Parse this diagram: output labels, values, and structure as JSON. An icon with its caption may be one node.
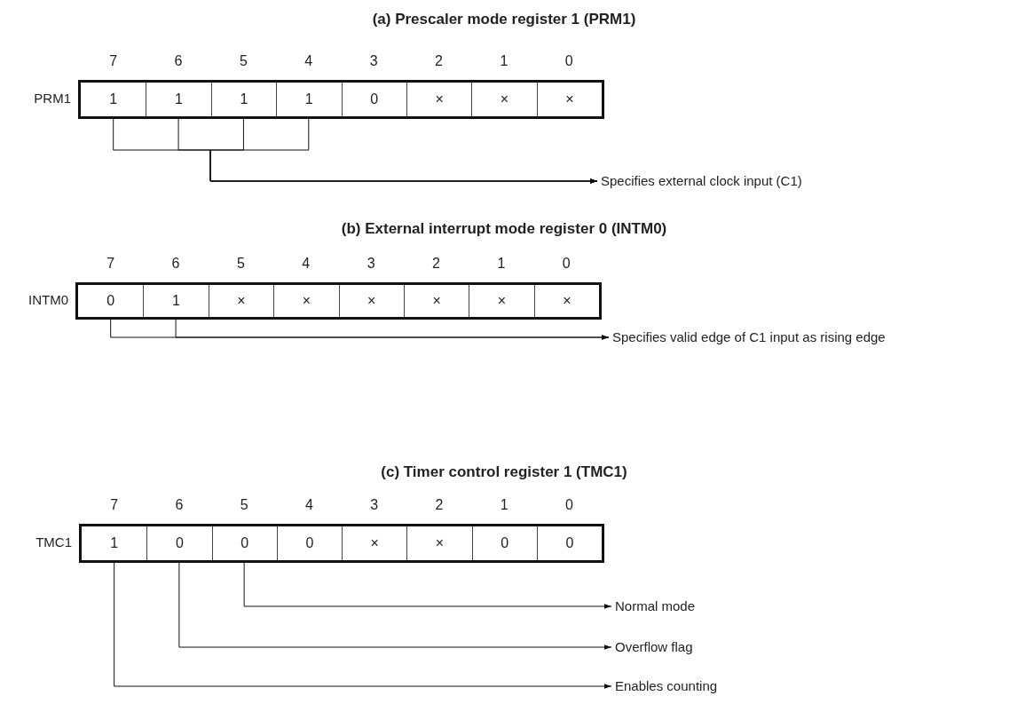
{
  "diagram": {
    "nodes": [
      {
        "text": [],
        "shape": "box",
        "beside": [
          "PRM1"
        ]
      },
      {
        "text": [
          "1"
        ],
        "in": 0,
        "beside": [
          "7"
        ]
      },
      {
        "text": [
          "1"
        ],
        "in": 0,
        "beside": [
          "6"
        ]
      },
      {
        "text": [
          "1"
        ],
        "in": 0,
        "beside": [
          "5"
        ]
      },
      {
        "text": [
          "1"
        ],
        "in": 0,
        "beside": [
          "4"
        ]
      },
      {
        "text": [
          "0"
        ],
        "in": 0,
        "beside": [
          "3"
        ]
      },
      {
        "text": [
          "×"
        ],
        "in": 0,
        "beside": [
          "2"
        ]
      },
      {
        "text": [
          "×"
        ],
        "in": 0,
        "beside": [
          "1"
        ]
      },
      {
        "text": [
          "×"
        ],
        "in": 0,
        "beside": [
          "0"
        ]
      },
      {
        "text": [
          "Specifies external clock input (C1)"
        ]
      },
      {
        "text": [],
        "shape": "box",
        "beside": [
          "INTM0"
        ]
      },
      {
        "text": [
          "0"
        ],
        "in": 10,
        "beside": [
          "7"
        ]
      },
      {
        "text": [
          "1"
        ],
        "in": 10,
        "beside": [
          "6"
        ]
      },
      {
        "text": [
          "×"
        ],
        "in": 10,
        "beside": [
          "5"
        ]
      },
      {
        "text": [
          "×"
        ],
        "in": 10,
        "beside": [
          "4"
        ]
      },
      {
        "text": [
          "×"
        ],
        "in": 10,
        "beside": [
          "3"
        ]
      },
      {
        "text": [
          "×"
        ],
        "in": 10,
        "beside": [
          "2"
        ]
      },
      {
        "text": [
          "×"
        ],
        "in": 10,
        "beside": [
          "1"
        ]
      },
      {
        "text": [
          "×"
        ],
        "in": 10,
        "beside": [
          "0"
        ]
      },
      {
        "text": [
          "Specifies valid edge of C1 input as rising edge"
        ]
      },
      {
        "text": [],
        "shape": "box",
        "beside": [
          "TMC1"
        ]
      },
      {
        "text": [
          "1"
        ],
        "in": 20,
        "beside": [
          "7"
        ]
      },
      {
        "text": [
          "0"
        ],
        "in": 20,
        "beside": [
          "6"
        ]
      },
      {
        "text": [
          "0"
        ],
        "in": 20,
        "beside": [
          "5"
        ]
      },
      {
        "text": [
          "0"
        ],
        "in": 20,
        "beside": [
          "4"
        ]
      },
      {
        "text": [
          "×"
        ],
        "in": 20,
        "beside": [
          "3"
        ]
      },
      {
        "text": [
          "×"
        ],
        "in": 20,
        "beside": [
          "2"
        ]
      },
      {
        "text": [
          "0"
        ],
        "in": 20,
        "beside": [
          "1"
        ]
      },
      {
        "text": [
          "0"
        ],
        "in": 20,
        "beside": [
          "0"
        ]
      },
      {
        "text": [
          "Normal mode"
        ]
      },
      {
        "text": [
          "Overflow flag"
        ]
      },
      {
        "text": [
          "Enables counting"
        ]
      }
    ],
    "edges": [
      {
        "from": 1,
        "to": 9,
        "arrow": "to"
      },
      {
        "from": 2,
        "to": 9,
        "arrow": "to"
      },
      {
        "from": 3,
        "to": 9,
        "arrow": "to"
      },
      {
        "from": 4,
        "to": 9,
        "arrow": "to"
      },
      {
        "from": 11,
        "to": 19,
        "arrow": "to"
      },
      {
        "from": 12,
        "to": 19,
        "arrow": "to"
      },
      {
        "from": 23,
        "to": 29,
        "arrow": "to"
      },
      {
        "from": 22,
        "to": 30,
        "arrow": "to"
      },
      {
        "from": 21,
        "to": 31,
        "arrow": "to"
      }
    ],
    "labels": [
      "(a) Prescaler mode register 1 (PRM1)",
      "(b) External interrupt mode register 0 (INTM0)",
      "(c) Timer control register 1 (TMC1)"
    ]
  }
}
